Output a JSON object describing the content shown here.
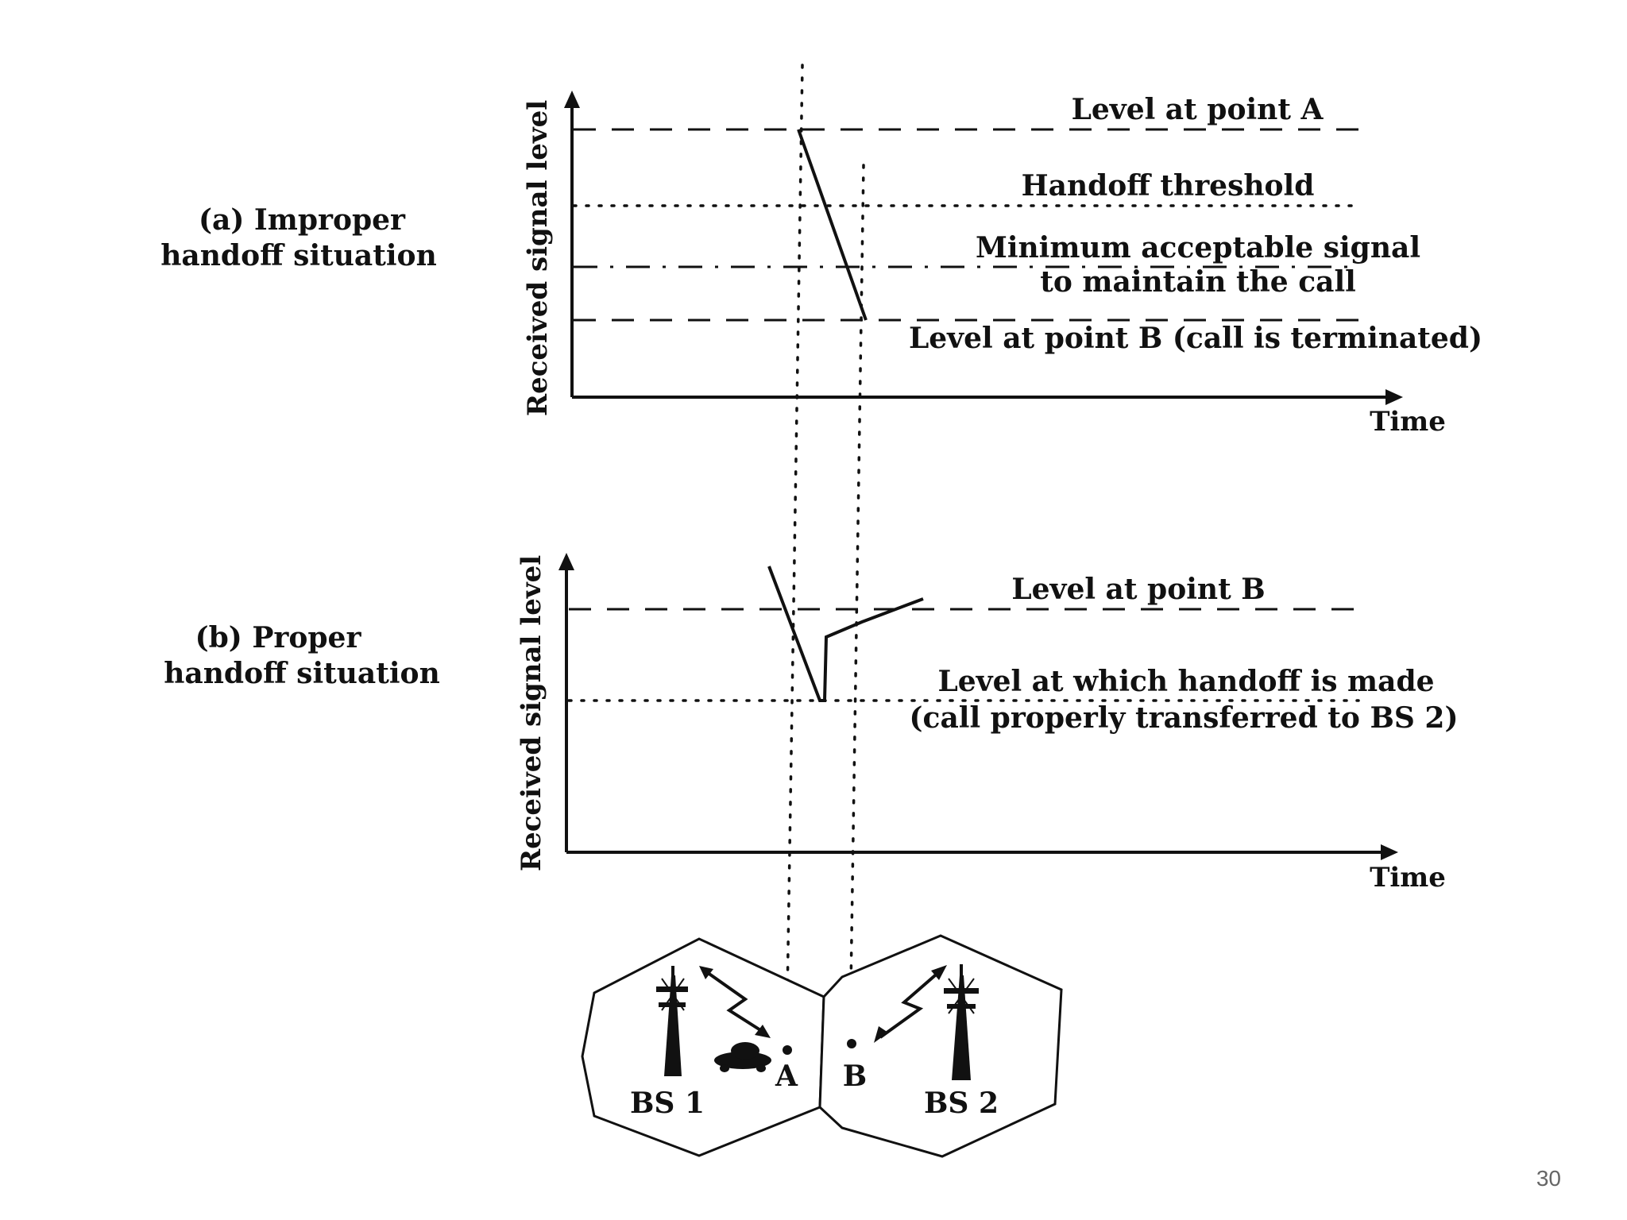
{
  "panel_a": {
    "caption_line1": "(a) Improper",
    "caption_line2": "handoff situation",
    "y_axis_label": "Received signal level",
    "x_axis_label": "Time",
    "level_a_label": "Level at point A",
    "threshold_label": "Handoff threshold",
    "min_signal_line1": "Minimum acceptable signal",
    "min_signal_line2": "to maintain the call",
    "level_b_label": "Level at point B (call is terminated)"
  },
  "panel_b": {
    "caption_line1": "(b) Proper",
    "caption_line2": "handoff situation",
    "y_axis_label": "Received signal level",
    "x_axis_label": "Time",
    "level_b_label": "Level at point B",
    "handoff_line1": "Level at which handoff is made",
    "handoff_line2": "(call properly transferred to BS 2)"
  },
  "cells": {
    "bs1_label": "BS 1",
    "bs2_label": "BS 2",
    "point_a_label": "A",
    "point_b_label": "B"
  },
  "page_number": "30"
}
